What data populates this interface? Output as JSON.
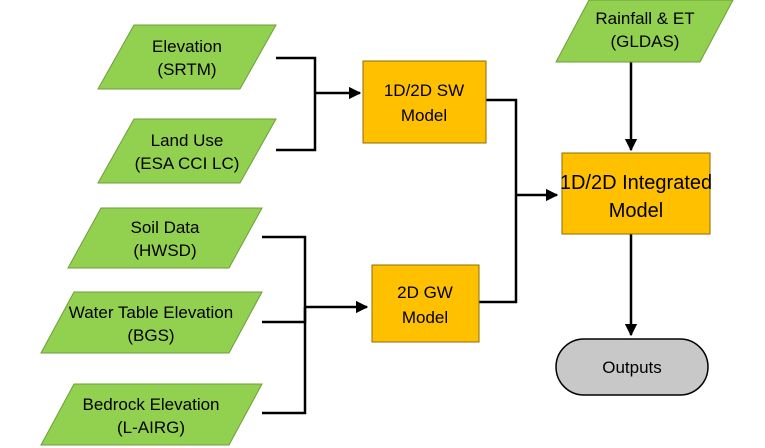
{
  "inputs": {
    "elevation": {
      "line1": "Elevation",
      "line2": "(SRTM)"
    },
    "land_use": {
      "line1": "Land Use",
      "line2": "(ESA CCI LC)"
    },
    "soil": {
      "line1": "Soil Data",
      "line2": "(HWSD)"
    },
    "water_table": {
      "line1": "Water Table Elevation",
      "line2": "(BGS)"
    },
    "bedrock": {
      "line1": "Bedrock Elevation",
      "line2": "(L-AIRG)"
    },
    "rainfall": {
      "line1": "Rainfall & ET",
      "line2": "(GLDAS)"
    }
  },
  "models": {
    "sw": {
      "line1": "1D/2D SW",
      "line2": "Model"
    },
    "gw": {
      "line1": "2D GW",
      "line2": "Model"
    },
    "integrated": {
      "line1": "1D/2D Integrated",
      "line2": "Model"
    }
  },
  "outputs": {
    "label": "Outputs"
  },
  "colors": {
    "input_fill": "#92d050",
    "model_fill": "#ffc000",
    "output_fill": "#c8c8c8",
    "connector": "#000000"
  }
}
